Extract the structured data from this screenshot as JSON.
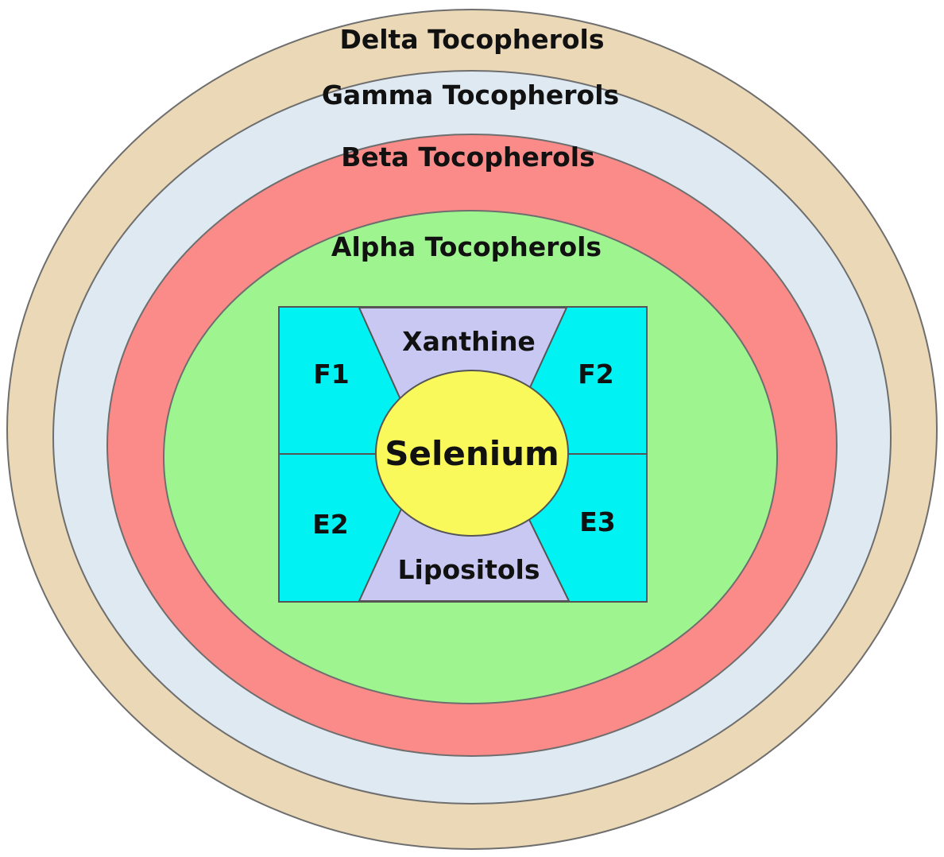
{
  "colors": {
    "delta": "#ead8b6",
    "gamma": "#dfe9f2",
    "beta": "#fa8b88",
    "alpha": "#9ef58f",
    "cell": "#00f2f2",
    "wedge": "#c8c8f2",
    "core": "#f9f95c",
    "outline": "#6e6e6e"
  },
  "rings": {
    "delta": "Delta Tocopherols",
    "gamma": "Gamma Tocopherols",
    "beta": "Beta Tocopherols",
    "alpha": "Alpha Tocopherols"
  },
  "grid": {
    "top_left": "F1",
    "top_right": "F2",
    "bottom_left": "E2",
    "bottom_right": "E3",
    "top_wedge": "Xanthine",
    "bottom_wedge": "Lipositols"
  },
  "core": "Selenium"
}
